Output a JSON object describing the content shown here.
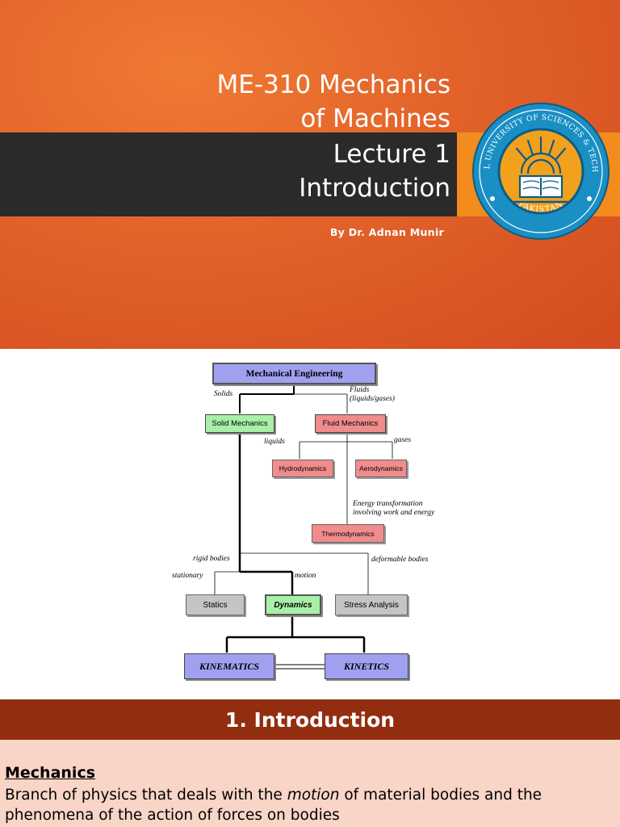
{
  "slide1": {
    "title_line1": "ME-310 Mechanics",
    "title_line2": "of Machines",
    "lecture": "Lecture 1",
    "lecture_topic": "Introduction",
    "author": "By Dr. Adnan Munir",
    "seal_text_top": "NATIONAL UNIVERSITY OF SCIENCES & TECHNOLOGY",
    "seal_text_bottom": "PAKISTAN",
    "colors": {
      "background": "#e2622a",
      "band_dark": "#2a2a2a",
      "band_accent": "#f28c1c",
      "seal_blue": "#1a8fc4"
    }
  },
  "diagram": {
    "root": "Mechanical  Engineering",
    "solid_mechanics": "Solid  Mechanics",
    "fluid_mechanics": "Fluid  Mechanics",
    "hydrodynamics": "Hydrodynamics",
    "aerodynamics": "Aerodynamics",
    "thermodynamics": "Thermodynamics",
    "statics": "Statics",
    "dynamics": "Dynamics",
    "stress_analysis": "Stress Analysis",
    "kinematics": "KINEMATICS",
    "kinetics": "KINETICS",
    "labels": {
      "solids": "Solids",
      "fluids_1": "Fluids",
      "fluids_2": "(liquids/gases)",
      "liquids": "liquids",
      "gases": "gases",
      "energy_1": "Energy transformation",
      "energy_2": "involving work and energy",
      "rigid_bodies": "rigid bodies",
      "deformable_bodies": "deformable bodies",
      "stationary": "stationary",
      "motion": "motion"
    },
    "colors": {
      "blue": "#a0a0f0",
      "green": "#a8f0a8",
      "red": "#f08c8c",
      "gray": "#c4c4c4"
    }
  },
  "slide3": {
    "header": "1. Introduction",
    "term": "Mechanics",
    "definition_pre": "Branch of physics that deals with the ",
    "definition_em": "motion",
    "definition_post": " of material bodies and the phenomena of the action of forces on bodies"
  }
}
